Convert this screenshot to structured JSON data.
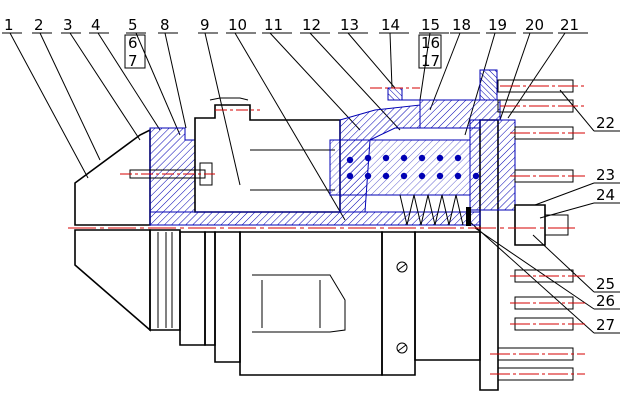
{
  "labels": [
    "1",
    "2",
    "3",
    "4",
    "5",
    "6",
    "7",
    "8",
    "9",
    "10",
    "11",
    "12",
    "13",
    "14",
    "15",
    "16",
    "17",
    "18",
    "19",
    "20",
    "21",
    "22",
    "23",
    "24",
    "25",
    "26",
    "27"
  ],
  "colors": {
    "outline": "#000000",
    "hatch": "#0000b4",
    "centerline": "#d40000",
    "background": "#ffffff"
  }
}
